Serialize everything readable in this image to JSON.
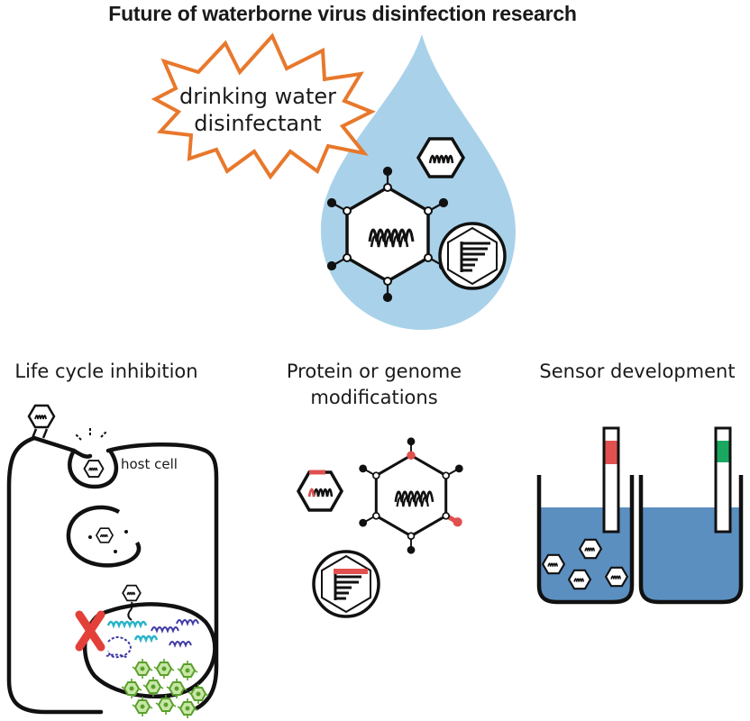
{
  "title": "Future of waterborne virus disinfection research",
  "disinfectant_label": [
    "drinking water",
    "disinfectant"
  ],
  "sections": {
    "life_cycle": "Life cycle inhibition",
    "modifications": [
      "Protein or genome",
      "modifications"
    ],
    "sensor": "Sensor development"
  },
  "host_cell_label": "host cell",
  "colors": {
    "water_drop": "#a9d2ea",
    "burst_outline": "#e8782c",
    "beaker_water": "#5b8fc0",
    "modification_red": "#e0504e",
    "sensor_red": "#e0504e",
    "sensor_green": "#1aa860",
    "inhibition_x": "#e3403a",
    "replication_dark_blue": "#3f3aa3",
    "replication_cyan": "#27b3c7",
    "progeny_green": "#7bc242"
  },
  "icons": [
    "hexagon-virus-icon",
    "enveloped-virus-icon",
    "bacteriophage-icon",
    "sensor-strip-icon",
    "inhibition-x-icon"
  ]
}
